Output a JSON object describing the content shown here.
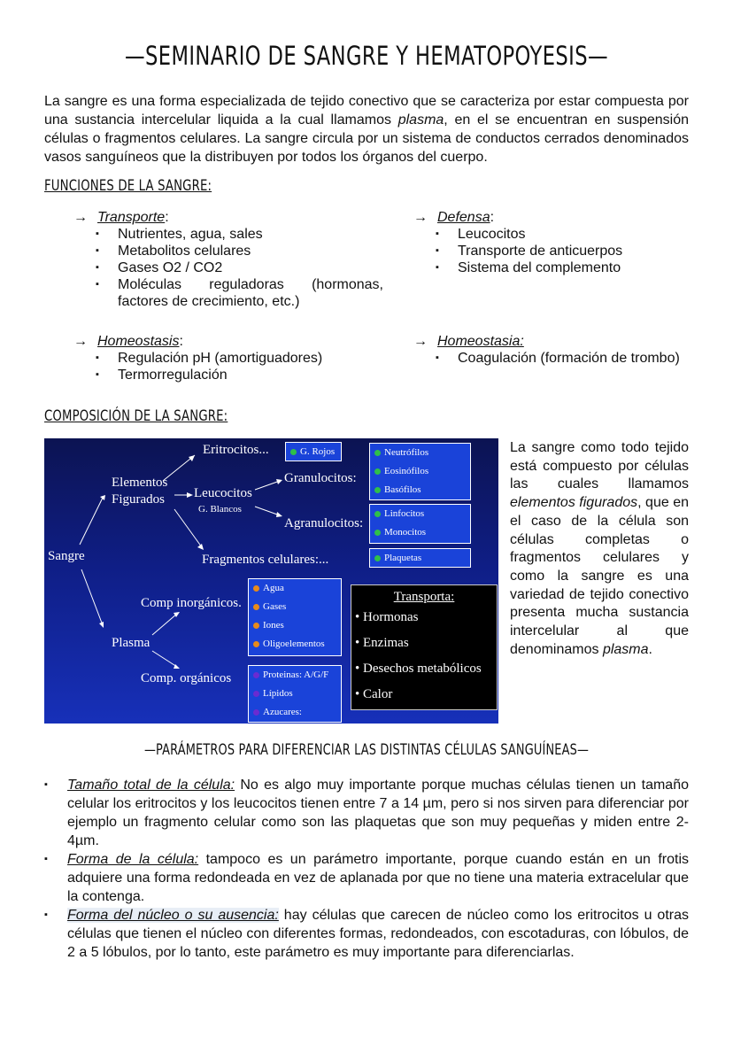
{
  "title": "—SEMINARIO DE SANGRE Y HEMATOPOYESIS—",
  "intro": {
    "p1": "La sangre es una forma especializada de tejido conectivo que se caracteriza por estar compuesta por una sustancia intercelular liquida a la cual llamamos ",
    "em": "plasma",
    "p2": ", en el se encuentran en suspensión células o fragmentos celulares. La sangre circula por un sistema de conductos cerrados denominados vasos sanguíneos que la distribuyen por todos los órganos del cuerpo."
  },
  "section_funciones": "FUNCIONES DE LA SANGRE:",
  "funciones": {
    "arrow": "→",
    "bullet": "▪",
    "transporte": {
      "label": "Transporte",
      "suffix": ":",
      "items": [
        "Nutrientes, agua, sales",
        "Metabolitos celulares",
        "Gases O2 / CO2",
        "Moléculas reguladoras (hormonas, factores de crecimiento, etc.)"
      ]
    },
    "defensa": {
      "label": "Defensa",
      "suffix": ":",
      "items": [
        "Leucocitos",
        "Transporte de anticuerpos",
        "Sistema del complemento"
      ]
    },
    "homeostasis": {
      "label": "Homeostasis",
      "suffix": ":",
      "items": [
        "Regulación pH (amortiguadores)",
        "Termorregulación"
      ]
    },
    "homeostasia": {
      "label": "Homeostasia:",
      "suffix": "",
      "items": [
        "Coagulación (formación de trombo)"
      ]
    }
  },
  "section_composicion": "COMPOSICIÓN DE LA SANGRE:",
  "diagram": {
    "sangre": "Sangre",
    "elementos1": "Elementos",
    "elementos2": "Figurados",
    "eritrocitos": "Eritrocitos...",
    "leucocitos": "Leucocitos",
    "g_blancos": "G. Blancos",
    "granulocitos": "Granulocitos:",
    "agranulocitos": "Agranulocitos:",
    "fragmentos": "Fragmentos celulares:...",
    "plasma": "Plasma",
    "comp_inorg": "Comp inorgánicos.",
    "comp_org": "Comp. orgánicos",
    "box_rojos": [
      "G. Rojos"
    ],
    "box_granulocitos": [
      "Neutrófilos",
      "Eosinófilos",
      "Basófilos"
    ],
    "box_agranulocitos": [
      "Linfocitos",
      "Monocitos"
    ],
    "box_plaquetas": [
      "Plaquetas"
    ],
    "box_inorg": [
      "Agua",
      "Gases",
      "Iones",
      "Oligoelementos"
    ],
    "box_org": [
      "Proteinas: A/G/F",
      "Lípidos",
      "Azucares:"
    ],
    "transporta_title": "Transporta:",
    "transporta_items": [
      "• Hormonas",
      "• Enzimas",
      "• Desechos metabólicos",
      "• Calor"
    ],
    "colors": {
      "green_dot": "#2fbf4a",
      "orange_dot": "#e88a1a",
      "purple_dot": "#6a2bd1",
      "box_fill": "#1a43d9"
    }
  },
  "side_text": {
    "p1": "La sangre como todo tejido está compuesto por células las cuales llamamos ",
    "em1": "elementos figurados",
    "p2": ", que en el caso de la célula son células completas o fragmentos celulares y como la sangre es una variedad de tejido conectivo presenta mucha sustancia intercelular al que denominamos ",
    "em2": "plasma",
    "p3": "."
  },
  "section_parametros": "—PARÁMETROS PARA DIFERENCIAR LAS DISTINTAS CÉLULAS SANGUÍNEAS—",
  "parametros": [
    {
      "key": "Tamaño total de la célula:",
      "text": " No es algo muy importante porque muchas células tienen un tamaño celular los eritrocitos y los leucocitos tienen entre 7 a 14 µm, pero si nos sirven para diferenciar por ejemplo un fragmento celular como son las plaquetas que son muy pequeñas y miden entre 2-4µm."
    },
    {
      "key": "Forma de la célula:",
      "text": " tampoco es un parámetro importante, porque cuando están en un frotis adquiere una forma redondeada en vez de aplanada por que no tiene una materia extracelular que la contenga."
    },
    {
      "key": "Forma del núcleo o su ausencia:",
      "text": " hay células que carecen de núcleo como los eritrocitos u otras células que tienen el núcleo con diferentes formas, redondeados, con escotaduras, con lóbulos, de 2 a 5 lóbulos, por lo tanto, este parámetro es muy importante para diferenciarlas."
    }
  ]
}
